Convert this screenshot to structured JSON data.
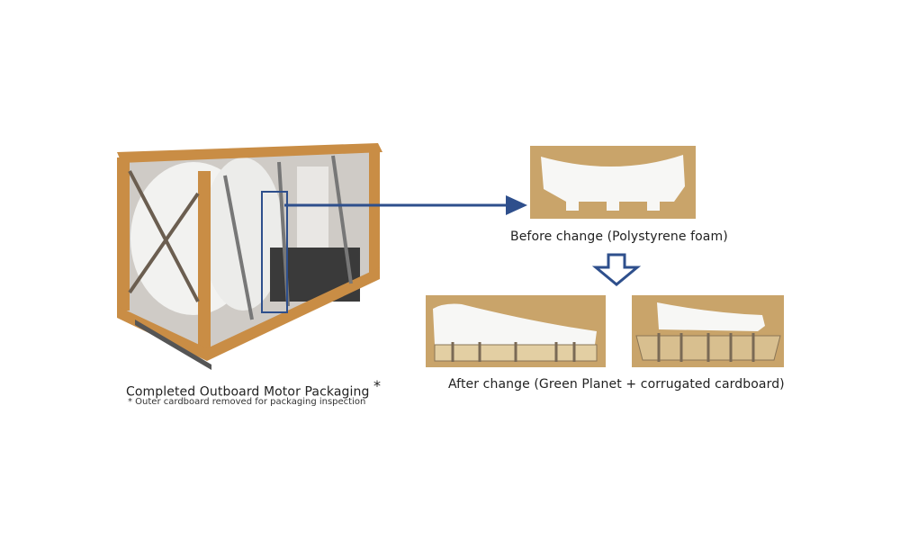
{
  "left": {
    "caption": "Completed Outboard Motor Packaging",
    "asterisk": "*",
    "note": "* Outer cardboard removed for packaging inspection"
  },
  "before": {
    "caption": "Before change (Polystyrene foam)"
  },
  "after": {
    "caption": "After change (Green Planet + corrugated cardboard)"
  },
  "colors": {
    "arrow": "#2e4f8c",
    "cardboard": "#c9a46a",
    "wood": "#c98d45"
  }
}
